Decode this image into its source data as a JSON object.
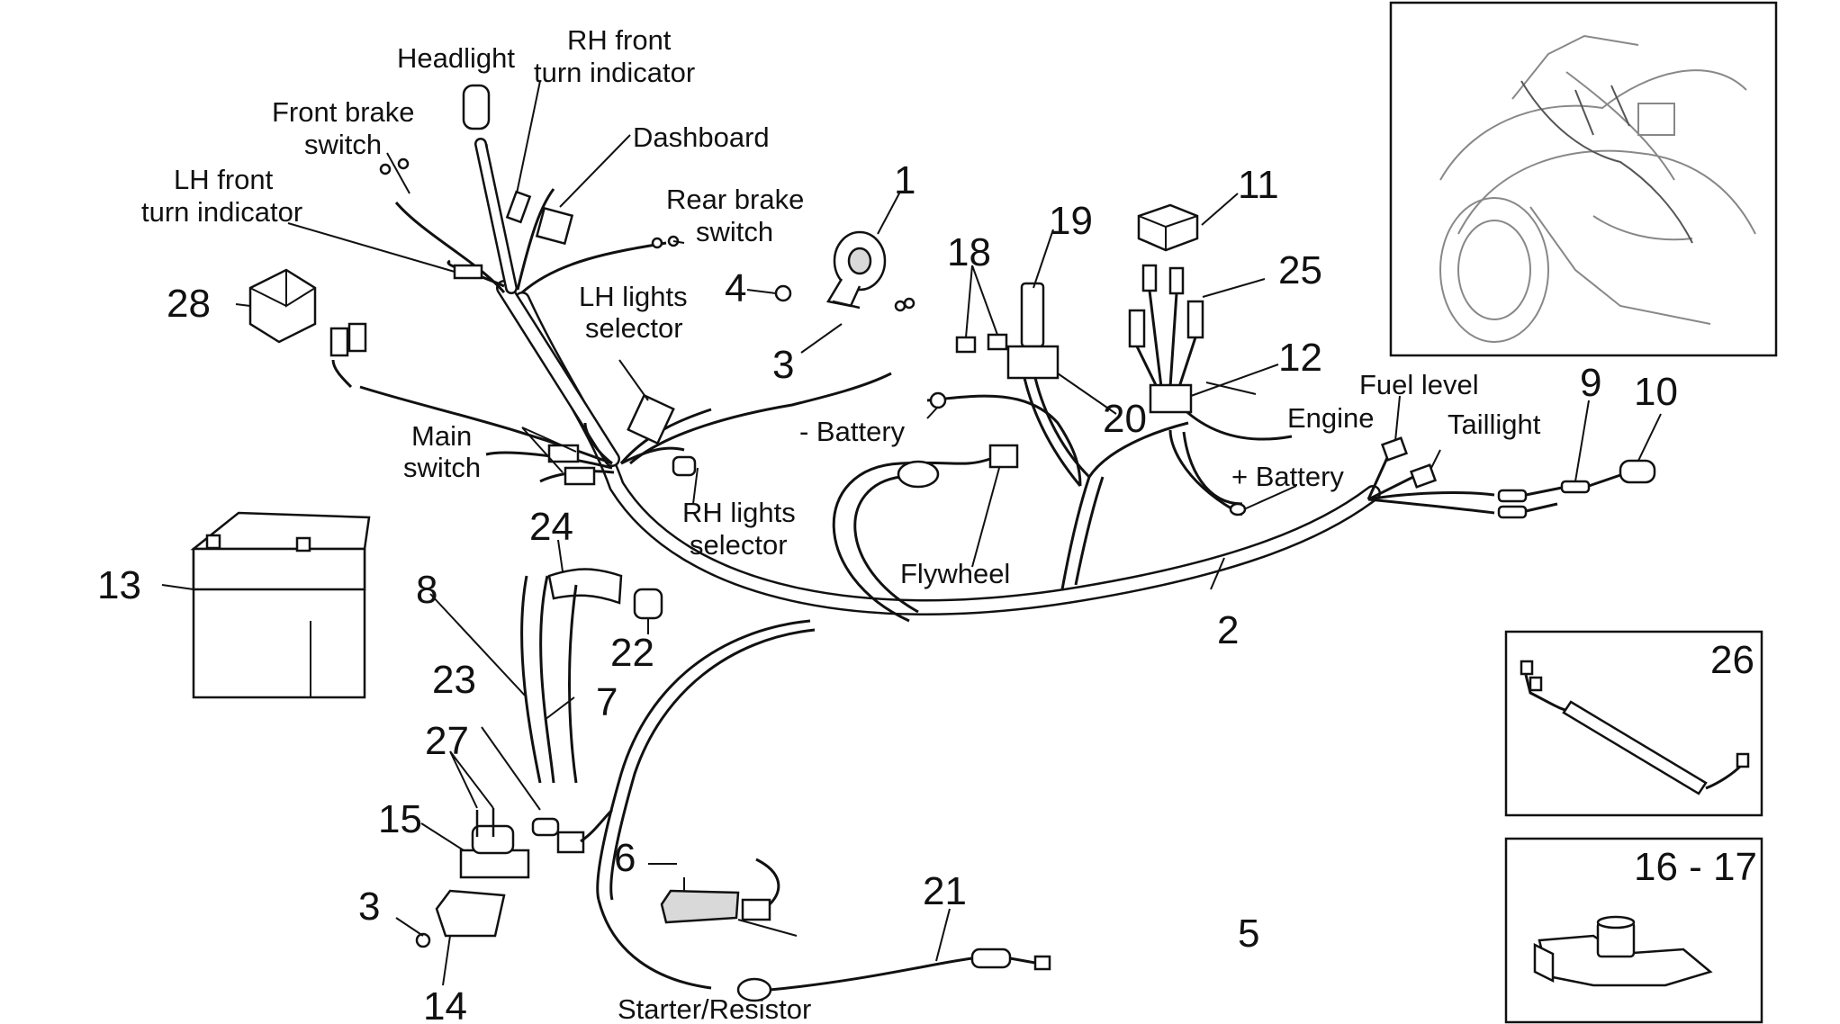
{
  "labels": {
    "headlight": "Headlight",
    "rh_front_turn_1": "RH front",
    "rh_front_turn_2": "turn indicator",
    "front_brake_1": "Front brake",
    "front_brake_2": "switch",
    "dashboard": "Dashboard",
    "lh_front_turn_1": "LH front",
    "lh_front_turn_2": "turn indicator",
    "rear_brake_1": "Rear brake",
    "rear_brake_2": "switch",
    "lh_lights_1": "LH lights",
    "lh_lights_2": "selector",
    "main_switch_1": "Main",
    "main_switch_2": "switch",
    "rh_lights_1": "RH lights",
    "rh_lights_2": "selector",
    "minus_battery": "- Battery",
    "flywheel": "Flywheel",
    "fuel_level": "Fuel level",
    "engine": "Engine",
    "taillight": "Taillight",
    "plus_battery": "+ Battery",
    "starter_resistor": "Starter/Resistor"
  },
  "numbers": {
    "n1": "1",
    "n2": "2",
    "n3a": "3",
    "n3b": "3",
    "n4": "4",
    "n5": "5",
    "n6": "6",
    "n7": "7",
    "n8": "8",
    "n9": "9",
    "n10": "10",
    "n11": "11",
    "n12": "12",
    "n13": "13",
    "n14": "14",
    "n15": "15",
    "n18": "18",
    "n19": "19",
    "n20": "20",
    "n21": "21",
    "n22": "22",
    "n23": "23",
    "n24": "24",
    "n25": "25",
    "n27": "27",
    "n28": "28"
  },
  "insets": {
    "n26": "26",
    "n16_17": "16 - 17"
  }
}
